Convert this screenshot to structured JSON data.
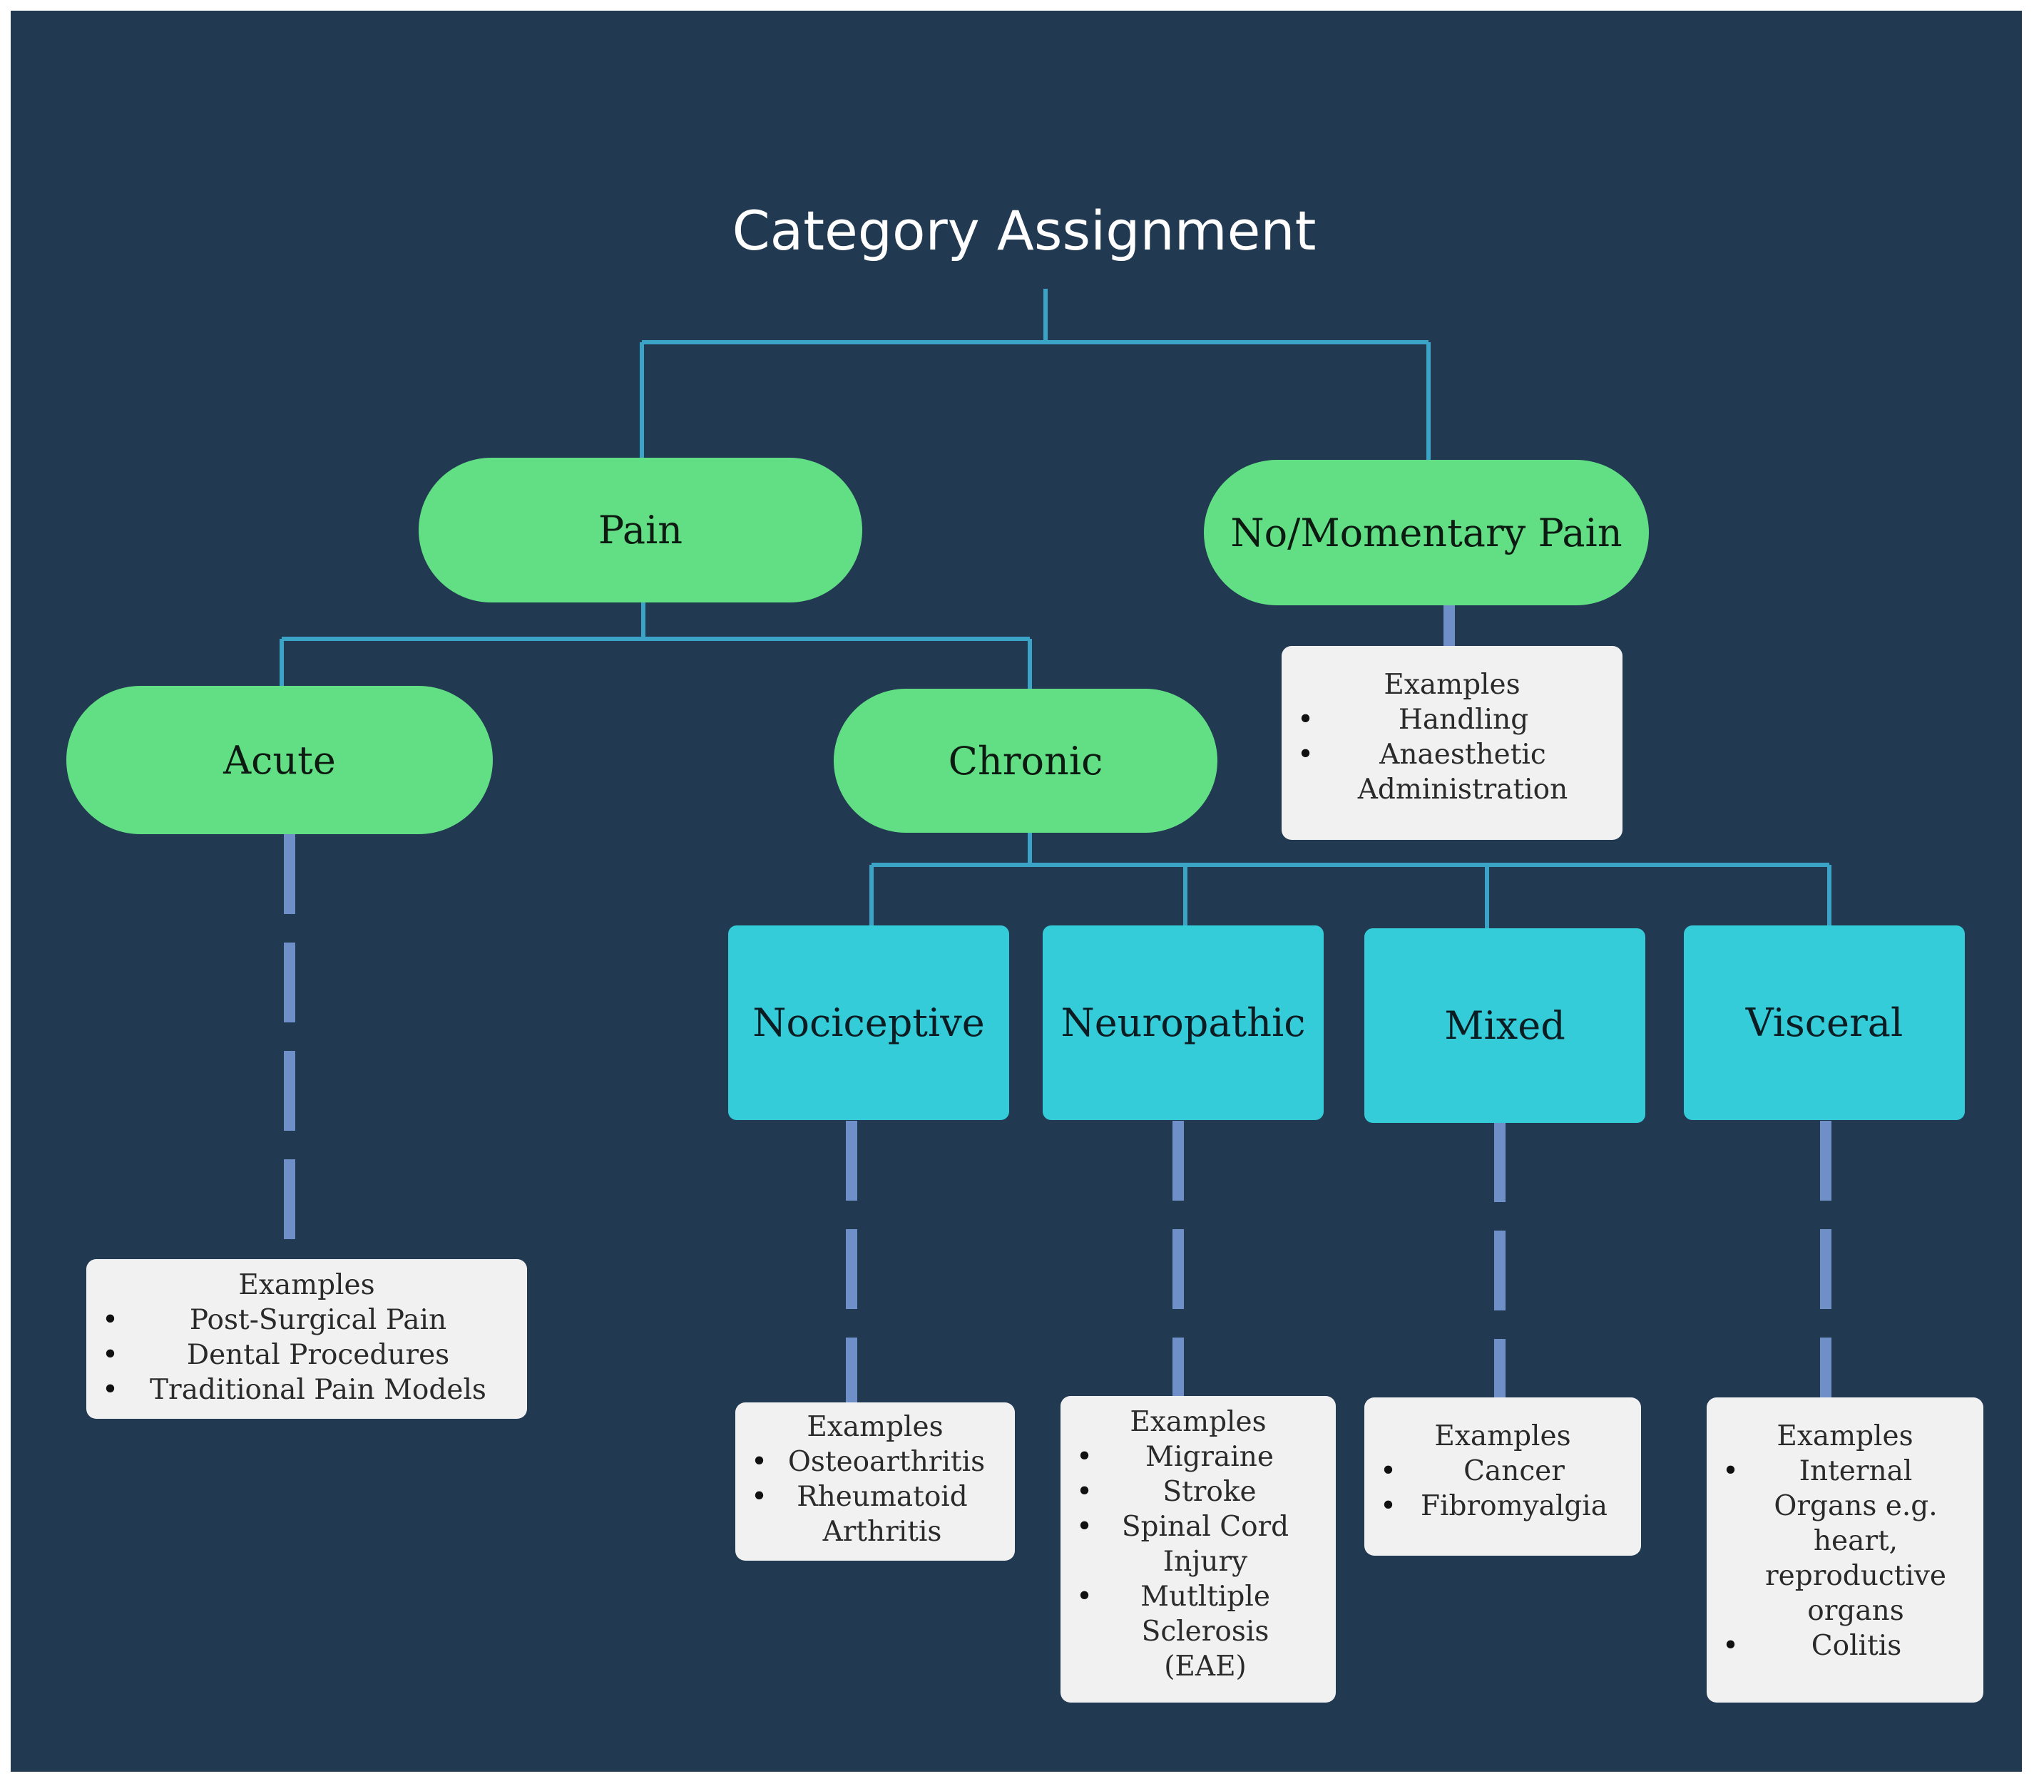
{
  "diagram": {
    "title": "Category Assignment",
    "nodes": {
      "pain": "Pain",
      "no_pain": "No/Momentary Pain",
      "acute": "Acute",
      "chronic": "Chronic",
      "nociceptive": "Nociceptive",
      "neuropathic": "Neuropathic",
      "mixed": "Mixed",
      "visceral": "Visceral"
    },
    "examples": {
      "no_pain": {
        "heading": "Examples",
        "items": [
          "Handling",
          "Anaesthetic Administration"
        ]
      },
      "acute": {
        "heading": "Examples",
        "items": [
          "Post-Surgical Pain",
          "Dental Procedures",
          "Traditional Pain Models"
        ]
      },
      "nociceptive": {
        "heading": "Examples",
        "items": [
          "Osteoarthritis",
          "Rheumatoid Arthritis"
        ]
      },
      "neuropathic": {
        "heading": "Examples",
        "items": [
          "Migraine",
          "Stroke",
          "Spinal Cord Injury",
          "Mutltiple Sclerosis (EAE)"
        ]
      },
      "mixed": {
        "heading": "Examples",
        "items": [
          "Cancer",
          "Fibromyalgia"
        ]
      },
      "visceral": {
        "heading": "Examples",
        "items": [
          "Internal Organs e.g. heart, reproductive organs",
          "Colitis"
        ]
      }
    },
    "colors": {
      "background": "#213a52",
      "category_pill": "#62df84",
      "subtype_box": "#34ccd9",
      "connector": "#3aa3c6",
      "dashed_link": "#6f8fc9",
      "example_card": "#f1f1f1"
    }
  }
}
